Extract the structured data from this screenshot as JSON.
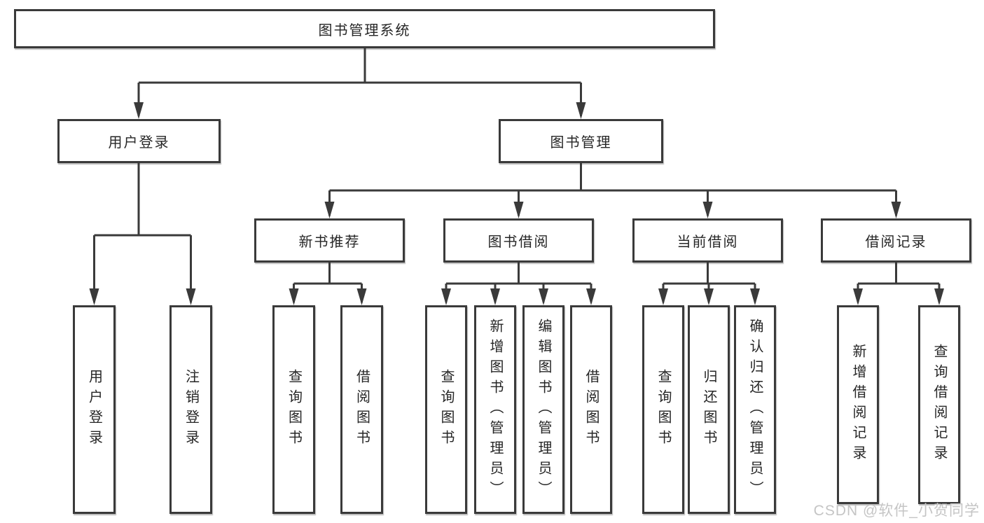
{
  "tree": {
    "root": {
      "label": "图书管理系统"
    },
    "branches": [
      {
        "label": "用户登录",
        "children": [
          {
            "label": "用户登录"
          },
          {
            "label": "注销登录"
          }
        ]
      },
      {
        "label": "图书管理",
        "children": [
          {
            "label": "新书推荐",
            "children": [
              {
                "label": "查询图书"
              },
              {
                "label": "借阅图书"
              }
            ]
          },
          {
            "label": "图书借阅",
            "children": [
              {
                "label": "查询图书"
              },
              {
                "label": "新增图书（管理员）"
              },
              {
                "label": "编辑图书（管理员）"
              },
              {
                "label": "借阅图书"
              }
            ]
          },
          {
            "label": "当前借阅",
            "children": [
              {
                "label": "查询图书"
              },
              {
                "label": "归还图书"
              },
              {
                "label": "确认归还（管理员）"
              }
            ]
          },
          {
            "label": "借阅记录",
            "children": [
              {
                "label": "新增借阅记录"
              },
              {
                "label": "查询借阅记录"
              }
            ]
          }
        ]
      }
    ]
  },
  "watermark": "CSDN @软件_小贺同学",
  "colors": {
    "line": "#3a3a3a",
    "box_border": "#3a3a3a",
    "text": "#262626",
    "watermark": "#c5c5c5",
    "background": "#ffffff"
  }
}
